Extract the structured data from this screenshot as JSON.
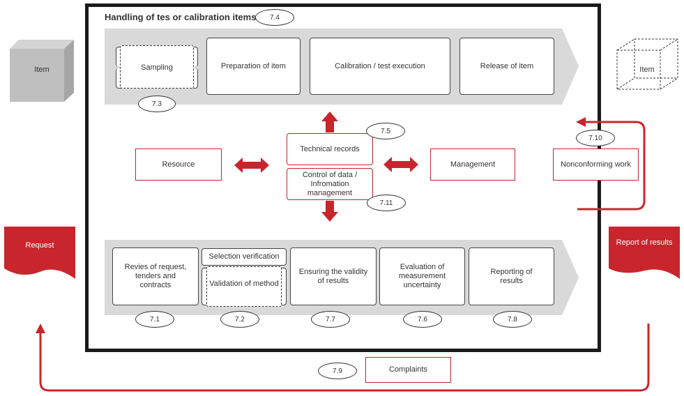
{
  "title": "Handling of tes or calibration items",
  "title_ref": "7.4",
  "item_left": "Item",
  "item_right": "Item",
  "top_row": {
    "sampling": "Sampling",
    "preparation": "Preparation of item",
    "execution": "Calibration / test execution",
    "release": "Release of item",
    "ref_sampling": "7.3"
  },
  "middle": {
    "resource": "Resource",
    "technical_records": "Technical records",
    "ref_technical": "7.5",
    "control_data": "Control of data / Infromation management",
    "ref_control": "7.11",
    "management": "Management",
    "nonconforming": "Nonconforming work",
    "ref_nonconforming": "7.10"
  },
  "bottom_row": {
    "review": "Revies of request, tenders and contracts",
    "selection": "Selection verification",
    "validation": "Validation of method",
    "validity": "Ensuring the validity of results",
    "uncertainty": "Evaluation of measurement uncertainty",
    "reporting": "Reporting of results",
    "refs": [
      "7.1",
      "7.2",
      "7.7",
      "7.6",
      "7.8"
    ]
  },
  "request": "Request",
  "report": "Report of results",
  "complaints": "Complaints",
  "ref_complaints": "7.9",
  "colors": {
    "accent": "#c9252c",
    "band": "#d9d9d9",
    "frame": "#1a1a1a"
  }
}
